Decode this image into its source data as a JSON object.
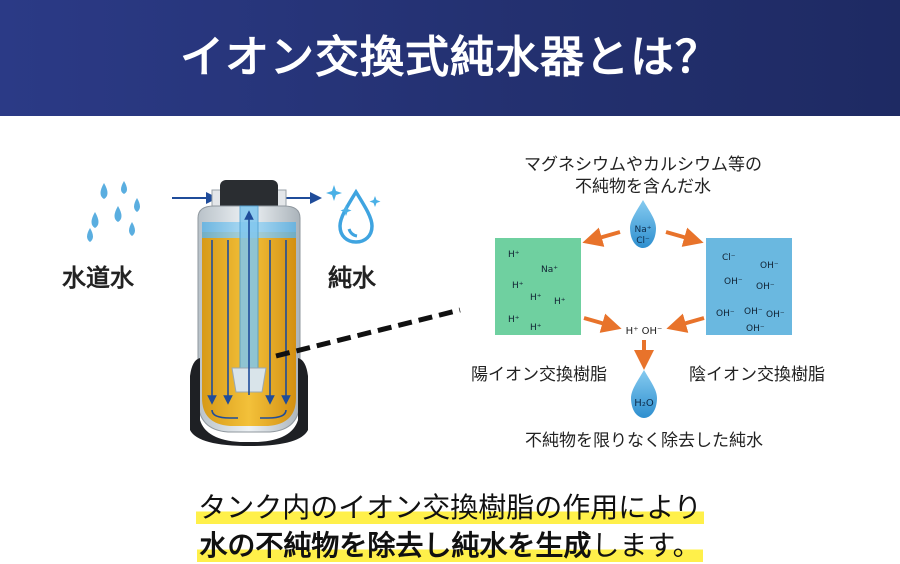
{
  "header": {
    "title": "イオン交換式純水器とは？"
  },
  "left": {
    "tap_water_label": "水道水",
    "pure_water_label": "純水"
  },
  "diagram": {
    "top_text_line1": "マグネシウムやカルシウム等の",
    "top_text_line2": "不純物を含んだ水",
    "drop_top": {
      "line1": "Na⁺",
      "line2": "Cl⁻"
    },
    "cation_box": {
      "label": "陽イオン交換樹脂",
      "ions": [
        "H⁺",
        "Na⁺",
        "H⁺",
        "H⁺",
        "H⁺",
        "H⁺",
        "H⁺"
      ],
      "color": "#6fd0a0"
    },
    "anion_box": {
      "label": "陰イオン交換樹脂",
      "ions": [
        "Cl⁻",
        "OH⁻",
        "OH⁻",
        "OH⁻",
        "OH⁻",
        "OH⁻",
        "OH⁻",
        "OH⁻"
      ],
      "color": "#6ab8e0"
    },
    "middle_ions": "H⁺  OH⁻",
    "drop_bottom": "H₂O",
    "bottom_text": "不純物を限りなく除去した純水",
    "arrow_color": "#e8732b"
  },
  "caption": {
    "line1": "タンク内のイオン交換樹脂の作用により",
    "line2_bold1": "水の不純物を除去し純水を生成",
    "line2_normal": "します。"
  }
}
